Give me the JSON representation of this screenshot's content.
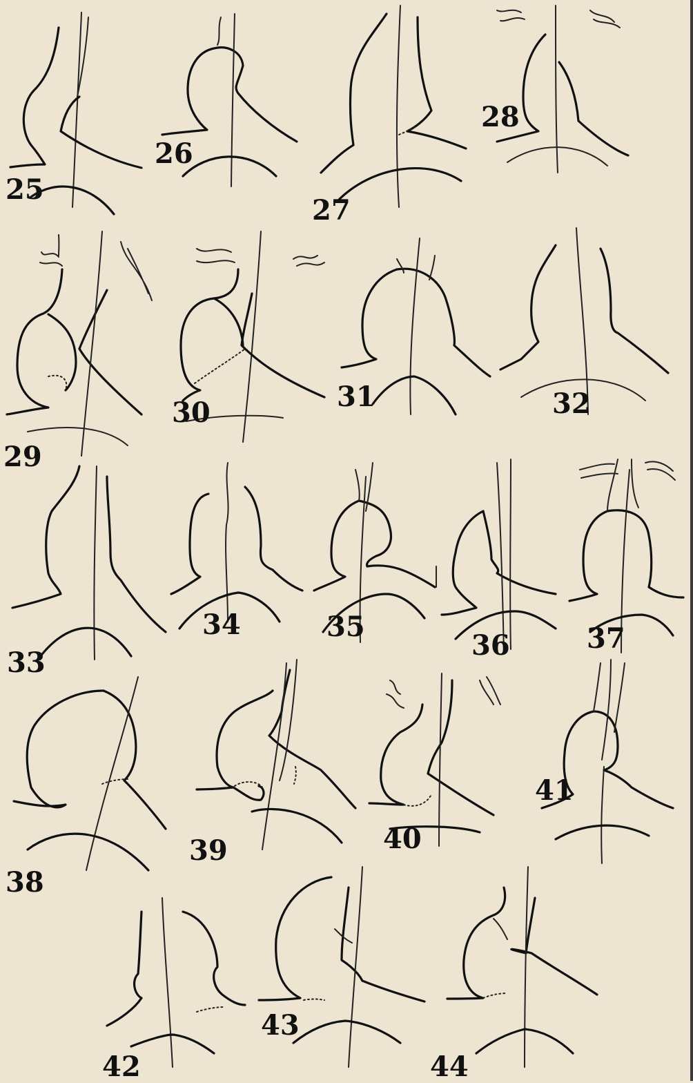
{
  "figures": [
    {
      "id": "25",
      "label": "25"
    },
    {
      "id": "26",
      "label": "26"
    },
    {
      "id": "27",
      "label": "27"
    },
    {
      "id": "28",
      "label": "28"
    },
    {
      "id": "29",
      "label": "29"
    },
    {
      "id": "30",
      "label": "30"
    },
    {
      "id": "31",
      "label": "31"
    },
    {
      "id": "32",
      "label": "32"
    },
    {
      "id": "33",
      "label": "33"
    },
    {
      "id": "34",
      "label": "34"
    },
    {
      "id": "35",
      "label": "35"
    },
    {
      "id": "36",
      "label": "36"
    },
    {
      "id": "37",
      "label": "37"
    },
    {
      "id": "38",
      "label": "38"
    },
    {
      "id": "39",
      "label": "39"
    },
    {
      "id": "40",
      "label": "40"
    },
    {
      "id": "41",
      "label": "41"
    },
    {
      "id": "42",
      "label": "42"
    },
    {
      "id": "43",
      "label": "43"
    },
    {
      "id": "44",
      "label": "44"
    }
  ],
  "colors": {
    "paper": "#ede4d2",
    "ink": "#111111"
  }
}
